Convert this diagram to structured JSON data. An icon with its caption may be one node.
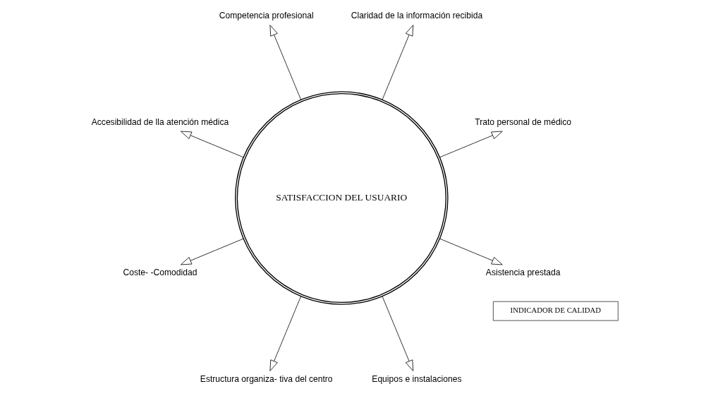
{
  "diagram": {
    "nodes": [
      {
        "text": [
          "SATISFACCION DEL USUARIO"
        ]
      },
      {
        "text": [
          "Trato personal de médico"
        ]
      },
      {
        "text": [
          "Claridad de la información recibida"
        ]
      },
      {
        "text": [
          "Competencia profesional"
        ]
      },
      {
        "text": [
          "Accesibilidad de lla atención médica"
        ]
      },
      {
        "text": [
          "Coste- -Comodidad"
        ]
      },
      {
        "text": [
          "Estructura organiza- tiva del centro"
        ]
      },
      {
        "text": [
          "Equipos e instalaciones"
        ]
      },
      {
        "text": [
          "Asistencia prestada"
        ]
      },
      {
        "text": [
          "INDICADOR DE CALIDAD"
        ]
      }
    ],
    "edges": [
      {
        "from": 0,
        "to": 1,
        "arrow": "to"
      },
      {
        "from": 0,
        "to": 2,
        "arrow": "to"
      },
      {
        "from": 0,
        "to": 3,
        "arrow": "to"
      },
      {
        "from": 0,
        "to": 4,
        "arrow": "to"
      },
      {
        "from": 0,
        "to": 5,
        "arrow": "to"
      },
      {
        "from": 0,
        "to": 6,
        "arrow": "to"
      },
      {
        "from": 0,
        "to": 7,
        "arrow": "to"
      },
      {
        "from": 0,
        "to": 8,
        "arrow": "to"
      }
    ]
  }
}
